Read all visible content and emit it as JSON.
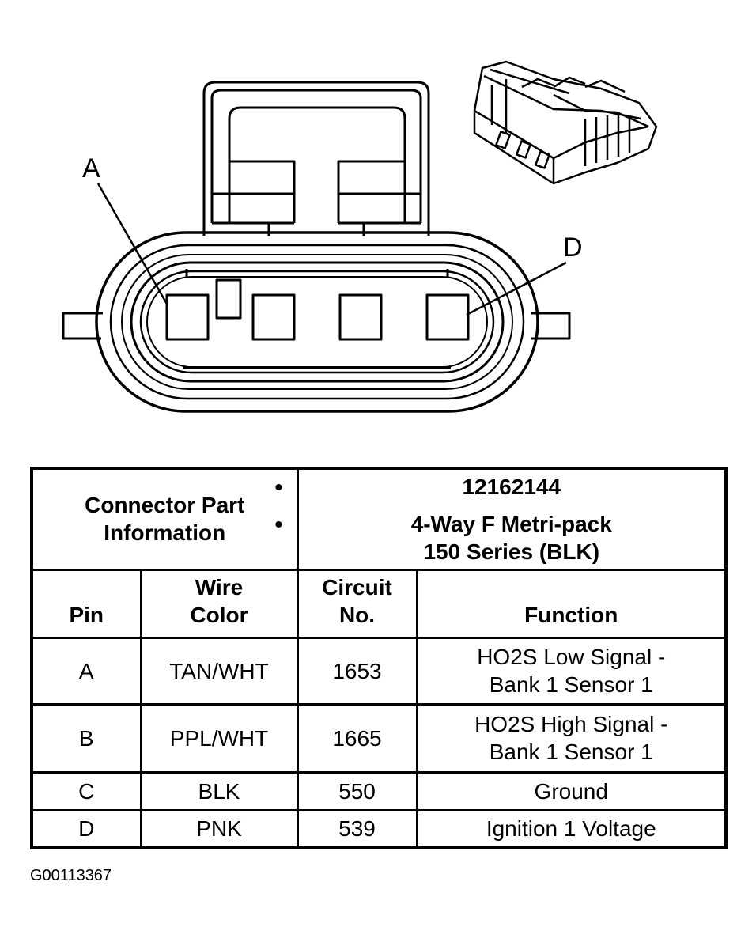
{
  "diagram": {
    "pin_a_label": "A",
    "pin_d_label": "D"
  },
  "table": {
    "info_label_line1": "Connector Part",
    "info_label_line2": "Information",
    "info_items": [
      {
        "line1": "12162144",
        "line2": ""
      },
      {
        "line1": "4-Way F Metri-pack",
        "line2": "150 Series (BLK)"
      }
    ],
    "headers": {
      "pin": "Pin",
      "wire_color_line1": "Wire",
      "wire_color_line2": "Color",
      "circuit_line1": "Circuit",
      "circuit_line2": "No.",
      "function": "Function"
    },
    "rows": [
      {
        "pin": "A",
        "wire": "TAN/WHT",
        "circuit": "1653",
        "func_line1": "HO2S Low Signal -",
        "func_line2": "Bank 1 Sensor 1"
      },
      {
        "pin": "B",
        "wire": "PPL/WHT",
        "circuit": "1665",
        "func_line1": "HO2S High Signal -",
        "func_line2": "Bank 1 Sensor 1"
      },
      {
        "pin": "C",
        "wire": "BLK",
        "circuit": "550",
        "func_line1": "Ground",
        "func_line2": ""
      },
      {
        "pin": "D",
        "wire": "PNK",
        "circuit": "539",
        "func_line1": "Ignition 1 Voltage",
        "func_line2": ""
      }
    ]
  },
  "figure_id": "G00113367"
}
